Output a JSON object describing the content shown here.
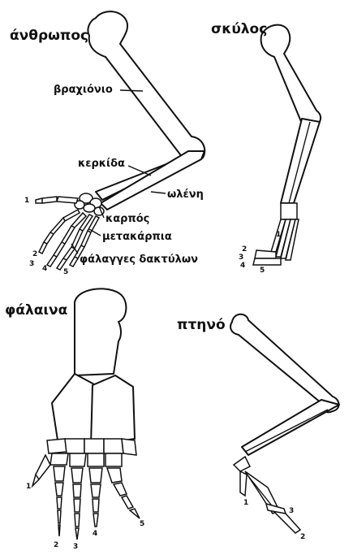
{
  "panels": {
    "human": {
      "title": "άνθρωπος",
      "labels": {
        "humerus": "βραχιόνιο",
        "radius": "κερκίδα",
        "ulna": "ωλένη",
        "carpus": "καρπός",
        "metacarpals": "μετακάρπια",
        "phalanges": "φάλαγγες δακτύλων"
      },
      "digits": [
        "1",
        "2",
        "3",
        "4",
        "5"
      ]
    },
    "dog": {
      "title": "σκύλος",
      "digits": [
        "1",
        "2",
        "3",
        "4",
        "5"
      ]
    },
    "whale": {
      "title": "φάλαινα",
      "digits": [
        "1",
        "2",
        "3",
        "4",
        "5"
      ]
    },
    "bird": {
      "title": "πτηνό",
      "digits": [
        "1",
        "2",
        "3"
      ]
    }
  }
}
